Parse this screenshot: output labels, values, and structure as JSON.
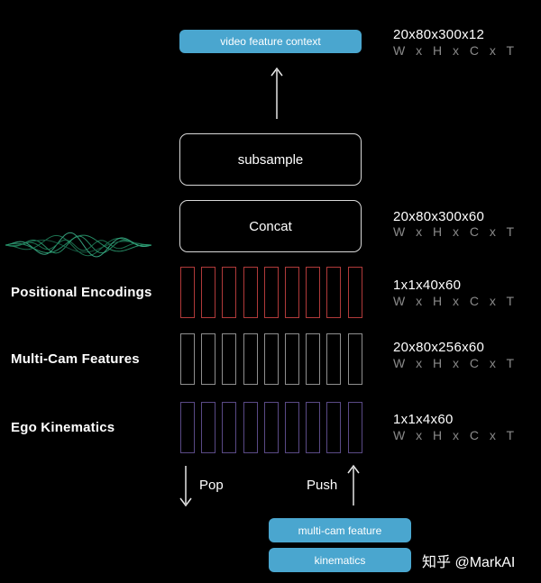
{
  "top_pill": {
    "label": "video feature context",
    "color": "#4aa6cf"
  },
  "subsample": {
    "label": "subsample"
  },
  "concat": {
    "label": "Concat"
  },
  "dims": {
    "context": "20x80x300x12",
    "concat": "20x80x300x60",
    "pos": "1x1x40x60",
    "multicam": "20x80x256x60",
    "ego": "1x1x4x60",
    "axes": "W x H x C x T"
  },
  "rows": {
    "positional": {
      "label": "Positional Encodings",
      "color": "#b13a3a",
      "cells": 9
    },
    "multicam": {
      "label": "Multi-Cam Features",
      "color": "#8f8f8f",
      "cells": 9
    },
    "ego": {
      "label": "Ego Kinematics",
      "color": "#5a4a86",
      "cells": 9
    }
  },
  "queue": {
    "pop": "Pop",
    "push": "Push"
  },
  "bottom_pills": {
    "multicam": "multi-cam feature",
    "kinematics": "kinematics",
    "color": "#4aa6cf"
  },
  "wave_colors": [
    "#1e7a55",
    "#2a9a70",
    "#175c44",
    "#3bb08a"
  ],
  "watermark": "知乎 @MarkAI"
}
